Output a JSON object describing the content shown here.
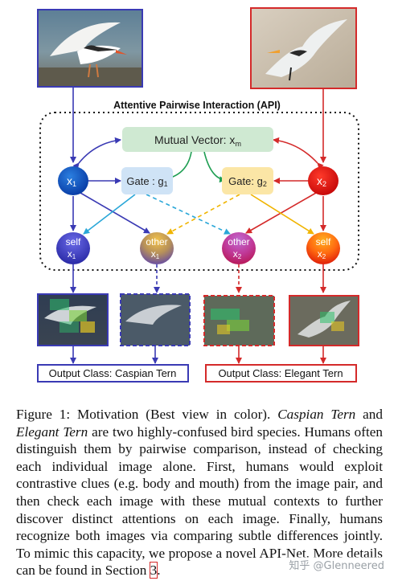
{
  "diagram": {
    "title": "Attentive Pairwise Interaction (API)",
    "mutual_vector": {
      "label": "Mutual Vector: x",
      "sub": "m"
    },
    "gate1": {
      "label": "Gate : g",
      "sub": "1"
    },
    "gate2": {
      "label": "Gate: g",
      "sub": "2"
    },
    "x1": {
      "label": "x",
      "sub": "1"
    },
    "x2": {
      "label": "x",
      "sub": "2"
    },
    "self_x1": {
      "top": "self",
      "label": "x",
      "sub": "1"
    },
    "other_x1": {
      "top": "other",
      "label": "x",
      "sub": "1"
    },
    "other_x2": {
      "top": "other",
      "label": "x",
      "sub": "2"
    },
    "self_x2": {
      "top": "self",
      "label": "x",
      "sub": "2"
    },
    "output1": "Output Class: Caspian Tern",
    "output2": "Output Class: Elegant Tern",
    "colors": {
      "blue": "#3a3ab4",
      "red": "#d42a2a",
      "green": "#1e9e52",
      "teal": "#2aa7d8",
      "gold": "#f0b400"
    }
  },
  "caption": {
    "label": "Figure 1:",
    "part1": " Motivation (Best view in color). ",
    "species1": "Caspian Tern",
    "and": " and ",
    "species2": "Elegant Tern",
    "part2": " are two highly-confused bird species. Humans often distinguish them by pairwise comparison, instead of checking each individual image alone. First, humans would exploit contrastive clues (e.g. body and mouth) from the image pair, and then check each image with these mutual contexts to further discover distinct attentions on each image. Finally, humans recognize both images via comparing subtle differences jointly. To mimic this capacity, we propose a novel API-Net. More details can be found in Section ",
    "section_ref": "3",
    "end": "."
  },
  "watermark": "知乎 @Glenneered"
}
